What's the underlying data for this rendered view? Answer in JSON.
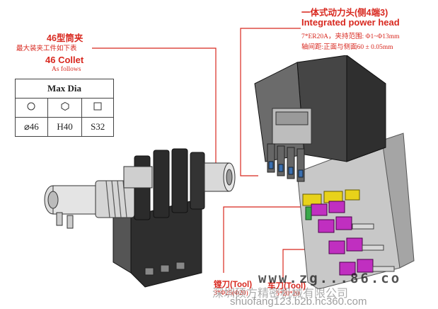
{
  "collet": {
    "title_cn": "46型筒夹",
    "subtitle_cn": "最大装夹工件如下表",
    "title_en": "46 Collet",
    "subtitle_en": "As follows",
    "table_header": "Max Dia",
    "table_values": [
      "⌀46",
      "H40",
      "S32"
    ]
  },
  "power_head": {
    "title_cn": "一体式动力头(侧4端3)",
    "title_en": "Integrated power head",
    "spec_line1": "7*ER20A，夹持范围: Φ1~Φ13mm",
    "spec_line2": "轴间距:正面与侧面60 ± 0.05mm"
  },
  "boring_tool": {
    "title": "镗刀(Tool)",
    "spec": "3*Φ25(Φ20)"
  },
  "turning_tool": {
    "title_prefix": "车刀(Tool)",
    "spec": "5*20*20"
  },
  "watermark": {
    "url": "www.zg...86.co",
    "company": "深圳硕方精密机械有限公司",
    "domain": "shuofang123.b2b.hc360.com"
  },
  "colors": {
    "annotation": "#d8281f",
    "machine_dark": "#3a3a3a",
    "machine_gray": "#9a9a9a",
    "blocks_magenta": "#c02fc0",
    "blocks_yellow": "#e8d21a"
  }
}
